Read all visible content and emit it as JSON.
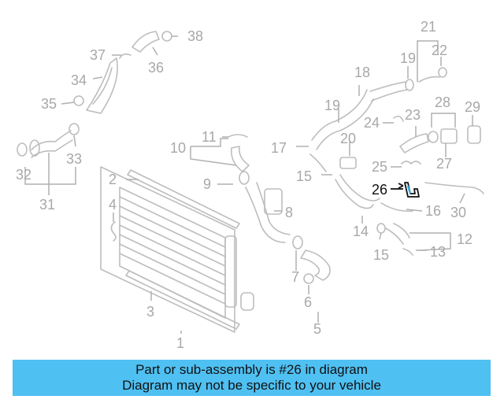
{
  "banner": {
    "line1": "Part or sub-assembly is #26 in diagram",
    "line2": "Diagram may not be specific to your vehicle",
    "color": "#4fc0f2"
  },
  "highlight": {
    "part": "26",
    "color": "#111111",
    "accent": "#2fa8d8"
  },
  "callouts": {
    "c1": "1",
    "c2": "2",
    "c3": "3",
    "c4": "4",
    "c5": "5",
    "c6": "6",
    "c7": "7",
    "c8": "8",
    "c9": "9",
    "c10": "10",
    "c11": "11",
    "c12": "12",
    "c13": "13",
    "c14": "14",
    "c15a": "15",
    "c15b": "15",
    "c16": "16",
    "c17": "17",
    "c18": "18",
    "c19a": "19",
    "c19b": "19",
    "c20": "20",
    "c21": "21",
    "c22": "22",
    "c23": "23",
    "c24": "24",
    "c25": "25",
    "c26": "26",
    "c27": "27",
    "c28": "28",
    "c29": "29",
    "c30": "30",
    "c31": "31",
    "c32": "32",
    "c33": "33",
    "c34": "34",
    "c35": "35",
    "c36": "36",
    "c37": "37",
    "c38": "38"
  }
}
